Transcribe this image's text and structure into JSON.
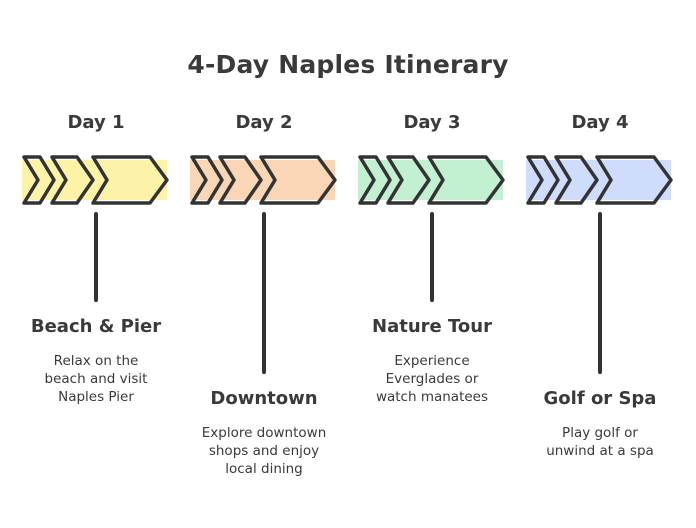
{
  "title": "4-Day Naples Itinerary",
  "days": [
    {
      "label": "Day 1",
      "color": "#fdf3a8",
      "event": "Beach & Pier",
      "description": "Relax on the\nbeach and visit\nNaples Pier"
    },
    {
      "label": "Day 2",
      "color": "#fbd6b6",
      "event": "Downtown",
      "description": "Explore downtown\nshops and enjoy\nlocal dining"
    },
    {
      "label": "Day 3",
      "color": "#c4f0d2",
      "event": "Nature Tour",
      "description": "Experience\nEverglades or\nwatch manatees"
    },
    {
      "label": "Day 4",
      "color": "#cfdcfb",
      "event": "Golf or Spa",
      "description": "Play golf or\nunwind at a spa"
    }
  ]
}
